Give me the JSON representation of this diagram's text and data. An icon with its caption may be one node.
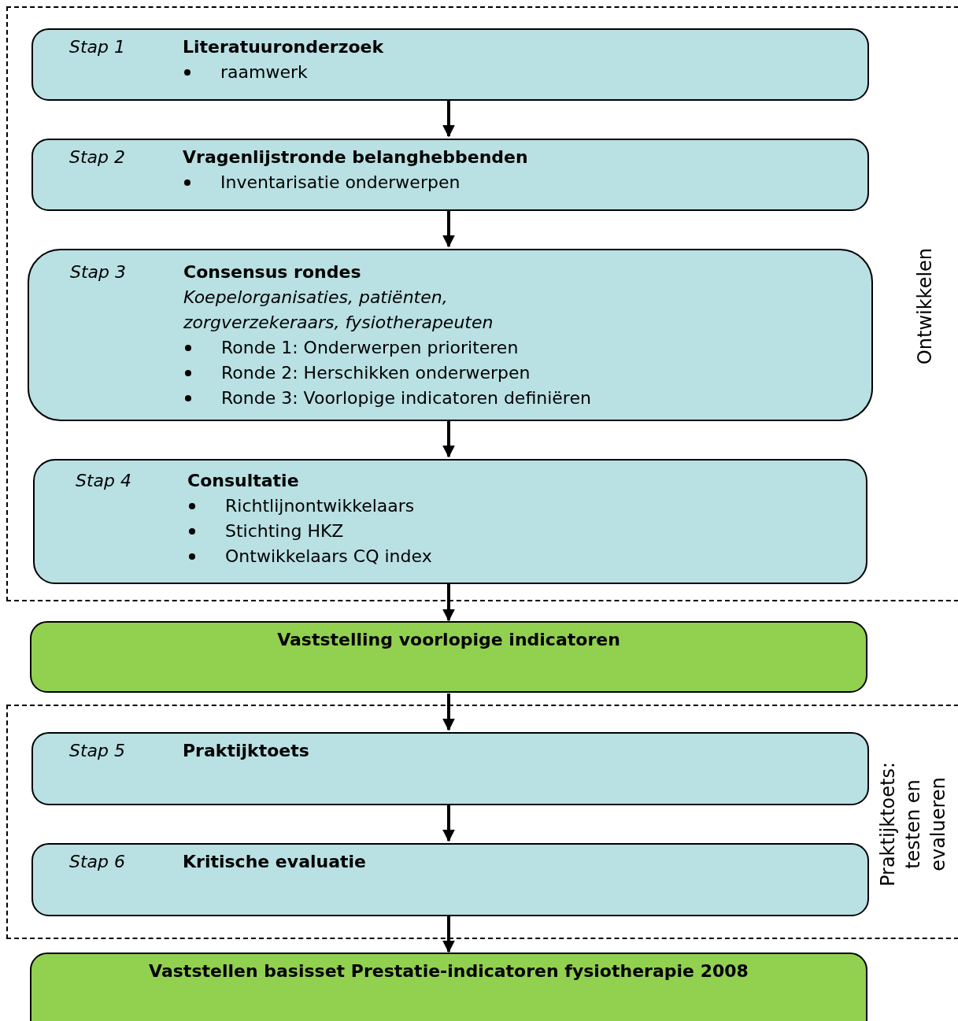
{
  "diagram": {
    "nodes": [
      {
        "text": [
          "Ontwikkelen"
        ]
      },
      {
        "in": 0,
        "text": [
          "Stap 1",
          "Literatuuronderzoek",
          "raamwerk"
        ]
      },
      {
        "in": 0,
        "text": [
          "Stap 2",
          "Vragenlijstronde belanghebbenden",
          "Inventarisatie onderwerpen"
        ]
      },
      {
        "in": 0,
        "text": [
          "Stap 3",
          "Consensus rondes",
          "Koepelorganisaties, patiënten, zorgverzekeraars, fysiotherapeuten",
          "Ronde 1: Onderwerpen prioriteren",
          "Ronde 2: Herschikken onderwerpen",
          "Ronde 3: Voorlopige indicatoren definiëren"
        ]
      },
      {
        "in": 0,
        "text": [
          "Stap 4",
          "Consultatie",
          "Richtlijnontwikkelaars",
          "Stichting HKZ",
          "Ontwikkelaars CQ index"
        ]
      },
      {
        "text": [
          "Vaststelling voorlopige indicatoren"
        ]
      },
      {
        "text": [
          "Praktijktoets: testen en evalueren"
        ]
      },
      {
        "in": 6,
        "text": [
          "Stap 5",
          "Praktijktoets"
        ]
      },
      {
        "in": 6,
        "text": [
          "Stap 6",
          "Kritische evaluatie"
        ]
      },
      {
        "text": [
          "Vaststellen basisset Prestatie-indicatoren fysiotherapie 2008"
        ]
      }
    ],
    "edges": [
      {
        "from": 1,
        "to": 2,
        "arrow": "to"
      },
      {
        "from": 2,
        "to": 3,
        "arrow": "to"
      },
      {
        "from": 3,
        "to": 4,
        "arrow": "to"
      },
      {
        "from": 4,
        "to": 5,
        "arrow": "to"
      },
      {
        "from": 5,
        "to": 7,
        "arrow": "to"
      },
      {
        "from": 7,
        "to": 8,
        "arrow": "to"
      },
      {
        "from": 8,
        "to": 9,
        "arrow": "to"
      }
    ]
  }
}
